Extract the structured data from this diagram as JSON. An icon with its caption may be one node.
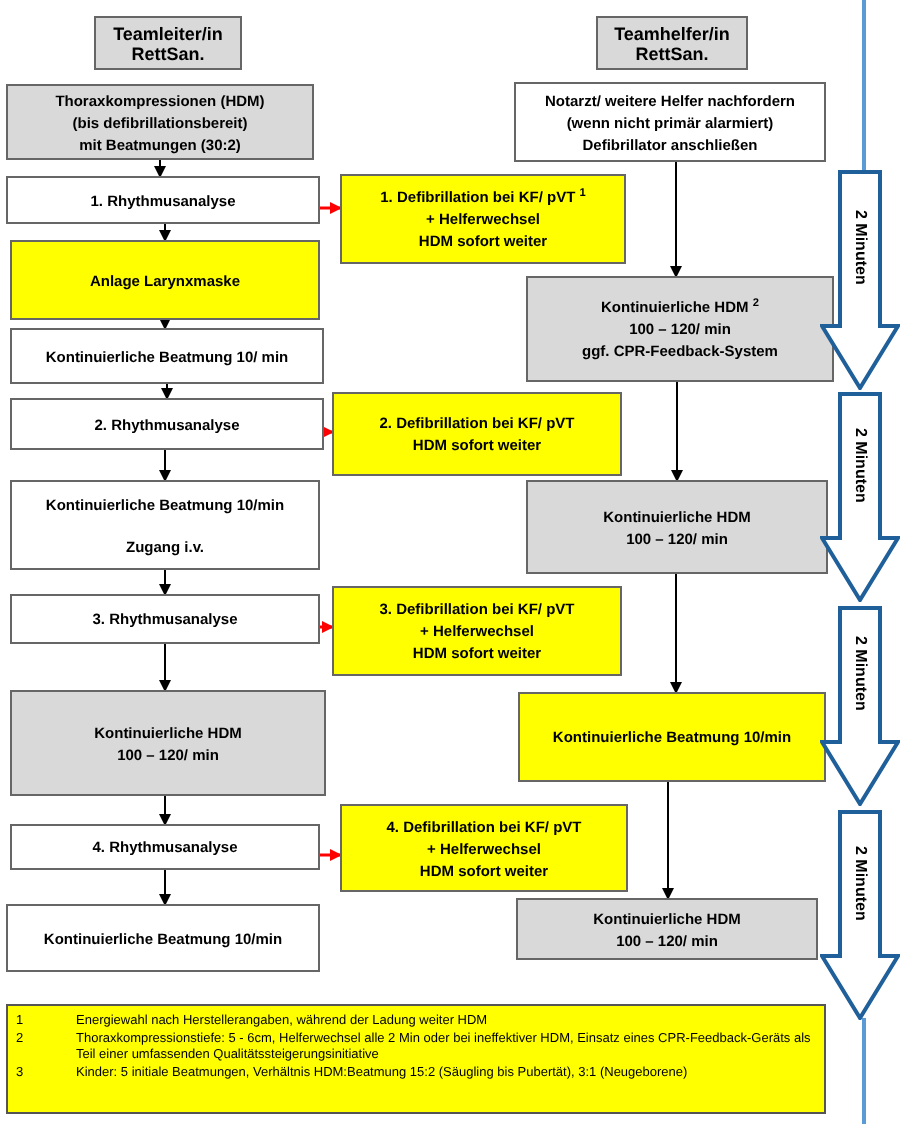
{
  "diagram": {
    "nodes": [
      {
        "text": [
          "Teamleiter/in RettSan."
        ]
      },
      {
        "text": [
          "Teamhelfer/in RettSan."
        ]
      },
      {
        "text": [
          "Thoraxkompressionen (HDM)",
          "(bis defibrillationsbereit)",
          "mit Beatmungen (30:2)"
        ]
      },
      {
        "text": [
          "Notarzt/ weitere Helfer nachfordern",
          "(wenn nicht primär alarmiert)",
          "Defibrillator anschließen"
        ]
      },
      {
        "text": [
          "1. Rhythmusanalyse"
        ]
      },
      {
        "text": [
          "1. Defibrillation bei KF/ pVT $^{1}$",
          "+ Helferwechsel",
          "HDM sofort weiter"
        ]
      },
      {
        "text": [
          "Anlage Larynxmaske"
        ]
      },
      {
        "text": [
          "Kontinuierliche HDM $^{2}$",
          "100 – 120/ min",
          "ggf. CPR-Feedback-System"
        ]
      },
      {
        "text": [
          "Kontinuierliche Beatmung 10/ min"
        ]
      },
      {
        "text": [
          "2. Rhythmusanalyse"
        ]
      },
      {
        "text": [
          "2. Defibrillation bei KF/ pVT",
          "HDM sofort weiter"
        ]
      },
      {
        "text": [
          "Kontinuierliche Beatmung 10/min",
          "Zugang i.v."
        ]
      },
      {
        "text": [
          "Kontinuierliche HDM",
          "100 – 120/ min"
        ]
      },
      {
        "text": [
          "3. Rhythmusanalyse"
        ]
      },
      {
        "text": [
          "3. Defibrillation bei KF/ pVT",
          "+ Helferwechsel",
          "HDM sofort weiter"
        ]
      },
      {
        "text": [
          "Kontinuierliche HDM",
          "100 – 120/ min"
        ]
      },
      {
        "text": [
          "Kontinuierliche Beatmung 10/min"
        ]
      },
      {
        "text": [
          "4. Rhythmusanalyse"
        ]
      },
      {
        "text": [
          "4. Defibrillation bei KF/ pVT",
          "+ Helferwechsel",
          "HDM sofort weiter"
        ]
      },
      {
        "text": [
          "Kontinuierliche Beatmung 10/min"
        ]
      },
      {
        "text": [
          "Kontinuierliche HDM",
          "100 – 120/ min"
        ]
      },
      {
        "text": [
          "1",
          "Energiewahl nach Herstellerangaben, während der Ladung weiter HDM",
          "2",
          "Thoraxkompressionstiefe: 5 - 6cm, Helferwechsel alle 2 Min oder bei ineffektiver HDM, Einsatz eines CPR-Feedback-Geräts als Teil einer umfassenden Qualitätssteigerungsinitiative",
          "3",
          "Kinder: 5 initiale Beatmungen, Verhältnis HDM:Beatmung 15:2 (Säugling bis Pubertät), 3:1 (Neugeborene)"
        ]
      },
      {
        "text": [
          "2 Minuten"
        ]
      },
      {
        "text": [
          "2 Minuten"
        ]
      },
      {
        "text": [
          "2 Minuten"
        ]
      },
      {
        "text": [
          "2 Minuten"
        ]
      }
    ],
    "edges": [
      {
        "from": 2,
        "to": 4,
        "arrow": "to"
      },
      {
        "from": 4,
        "to": 6,
        "arrow": "to"
      },
      {
        "from": 6,
        "to": 8,
        "arrow": "to"
      },
      {
        "from": 8,
        "to": 9,
        "arrow": "to"
      },
      {
        "from": 9,
        "to": 11,
        "arrow": "to"
      },
      {
        "from": 11,
        "to": 13,
        "arrow": "to"
      },
      {
        "from": 13,
        "to": 15,
        "arrow": "to"
      },
      {
        "from": 15,
        "to": 17,
        "arrow": "to"
      },
      {
        "from": 17,
        "to": 19,
        "arrow": "to"
      },
      {
        "from": 3,
        "to": 7,
        "arrow": "to"
      },
      {
        "from": 7,
        "to": 12,
        "arrow": "to"
      },
      {
        "from": 12,
        "to": 16,
        "arrow": "to"
      },
      {
        "from": 16,
        "to": 20,
        "arrow": "to"
      },
      {
        "from": 4,
        "to": 5,
        "arrow": "to",
        "color": "#ff0000"
      },
      {
        "from": 9,
        "to": 10,
        "arrow": "to",
        "color": "#ff0000"
      },
      {
        "from": 13,
        "to": 14,
        "arrow": "to",
        "color": "#ff0000"
      },
      {
        "from": 17,
        "to": 18,
        "arrow": "to",
        "color": "#ff0000"
      }
    ]
  }
}
